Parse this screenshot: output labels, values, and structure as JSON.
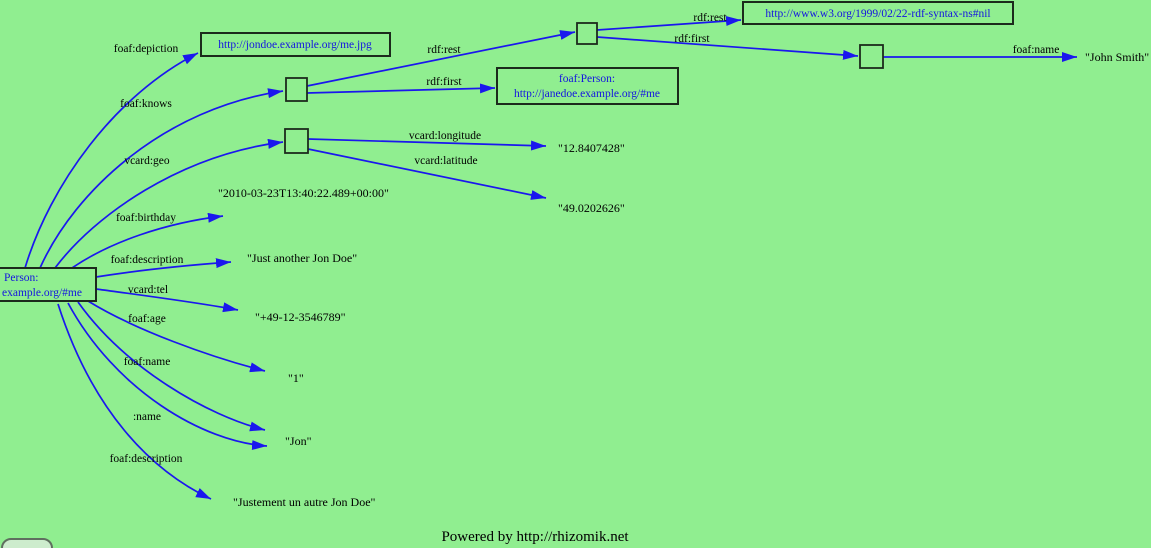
{
  "colors": {
    "background": "#90ee90",
    "edge_blue": "#1a17ee",
    "resource_text_blue": "#1414e0",
    "label_black": "#000000"
  },
  "graph": {
    "nodes": {
      "me": {
        "line1": "Person:",
        "line2": "example.org/#me"
      },
      "depiction": {
        "text": "http://jondoe.example.org/me.jpg"
      },
      "janedoe": {
        "line1": "foaf:Person:",
        "line2": "http://janedoe.example.org/#me"
      },
      "nil": {
        "text": "http://www.w3.org/1999/02/22-rdf-syntax-ns#nil"
      }
    },
    "predicates": {
      "depiction": "foaf:depiction",
      "knows": "foaf:knows",
      "geo": "vcard:geo",
      "birthday": "foaf:birthday",
      "description1": "foaf:description",
      "tel": "vcard:tel",
      "age": "foaf:age",
      "name1": "foaf:name",
      "name2": ":name",
      "description2": "foaf:description",
      "rest1": "rdf:rest",
      "first1": "rdf:first",
      "rest2": "rdf:rest",
      "first2": "rdf:first",
      "name3": "foaf:name",
      "longitude": "vcard:longitude",
      "latitude": "vcard:latitude"
    },
    "literals": {
      "birthday": "\"2010-03-23T13:40:22.489+00:00\"",
      "description1": "\"Just another Jon Doe\"",
      "tel": "\"+49-12-3546789\"",
      "age": "\"1\"",
      "name": "\"Jon\"",
      "description2": "\"Justement un autre Jon Doe\"",
      "john_smith": "\"John Smith\"",
      "longitude": "\"12.8407428\"",
      "latitude": "\"49.0202626\""
    }
  },
  "footer": {
    "text": "Powered by http://rhizomik.net"
  }
}
